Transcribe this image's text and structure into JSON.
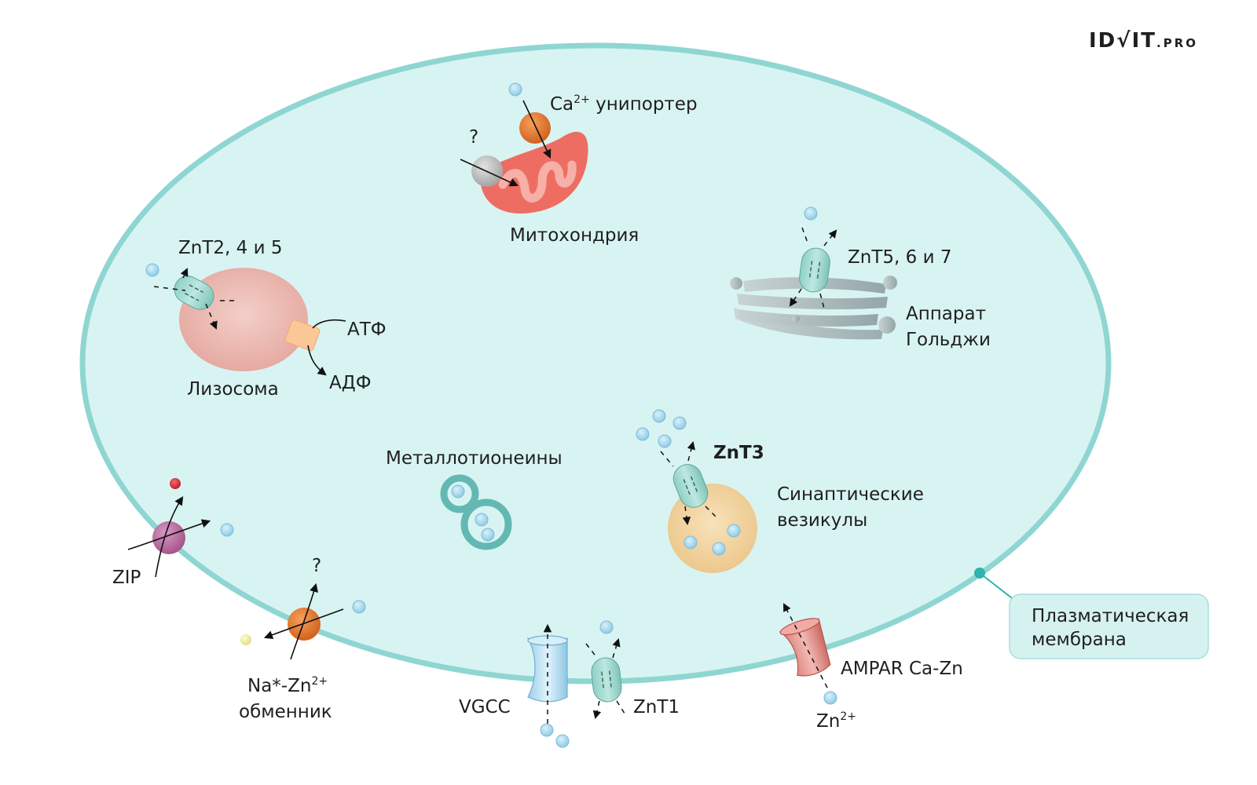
{
  "logo": {
    "main": "ID",
    "check": "√",
    "brand": "IT",
    "suffix": ".PRO"
  },
  "colors": {
    "cytoplasm": "#d8f4f2",
    "membrane": "#8fd6d2",
    "ion": "#a9dcf2",
    "lysosome": "#eebdb5",
    "mitochondria": "#ee6d62",
    "golgi": "#aebdbe",
    "vesicle": "#f3d5a2",
    "transporter": "#a7dcd3"
  },
  "labels": {
    "ca_uniporter": "Ca",
    "ca_uniporter_sup": "2+",
    "ca_uniporter_rest": " унипортер",
    "question_mito": "?",
    "mitochondria": "Митохондрия",
    "znt245": "ZnT2, 4 и 5",
    "atp": "АТФ",
    "adp": "АДФ",
    "lysosome": "Лизосома",
    "znt567": "ZnT5, 6 и 7",
    "golgi_line1": "Аппарат",
    "golgi_line2": "Гольджи",
    "metallothioneins": "Металлотионеины",
    "znt3": "ZnT3",
    "synaptic_line1": "Синаптические",
    "synaptic_line2": "везикулы",
    "zip": "ZIP",
    "question_exchanger": "?",
    "exchanger_line1_a": "Na*-Zn",
    "exchanger_line1_sup": "2+",
    "exchanger_line2": "обменник",
    "vgcc": "VGCC",
    "znt1": "ZnT1",
    "ampar": "AMPAR Ca-Zn",
    "zn_ion": "Zn",
    "zn_ion_sup": "2+",
    "plasma_line1": "Плазматическая",
    "plasma_line2": "мембрана"
  }
}
